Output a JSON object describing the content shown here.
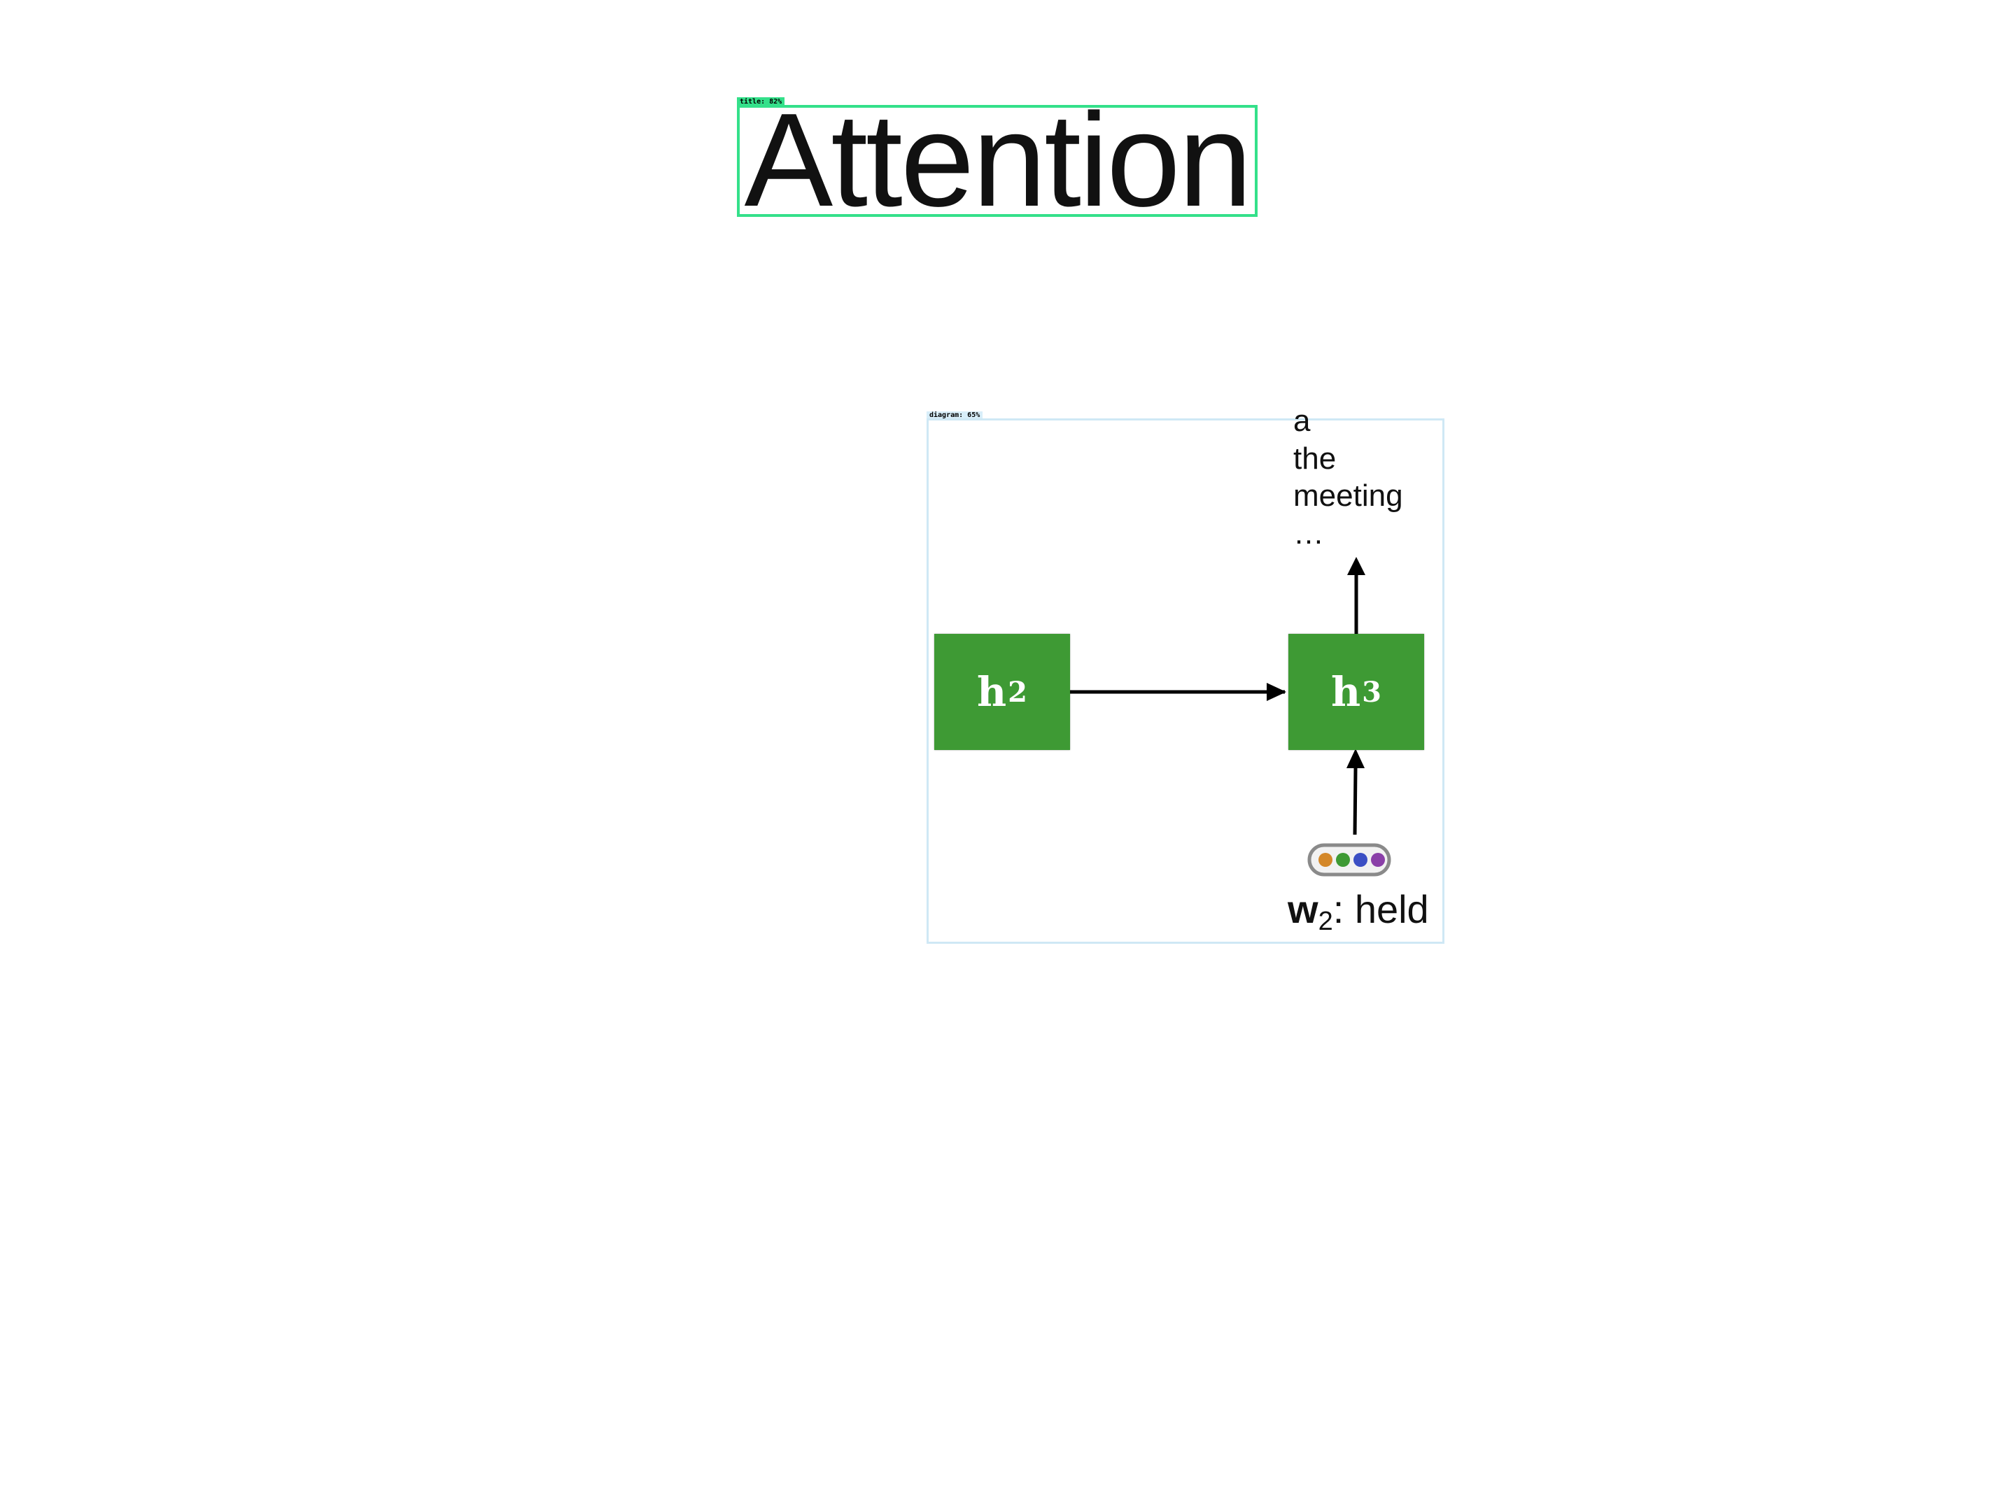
{
  "title": {
    "tag": "title: 82%",
    "text": "Attention"
  },
  "diagram": {
    "tag": "diagram: 65%",
    "nodes": [
      {
        "label": "h",
        "subscript": "2",
        "color": "#3e9a34"
      },
      {
        "label": "h",
        "subscript": "3",
        "color": "#3e9a34"
      }
    ],
    "output_words": [
      "a",
      "the",
      "meeting",
      "…"
    ],
    "input": {
      "vector": "w",
      "subscript": "2",
      "word": ": held",
      "embedding_colors": [
        "#d4882a",
        "#3e9a34",
        "#3b4fc4",
        "#8a3fa8"
      ]
    }
  }
}
